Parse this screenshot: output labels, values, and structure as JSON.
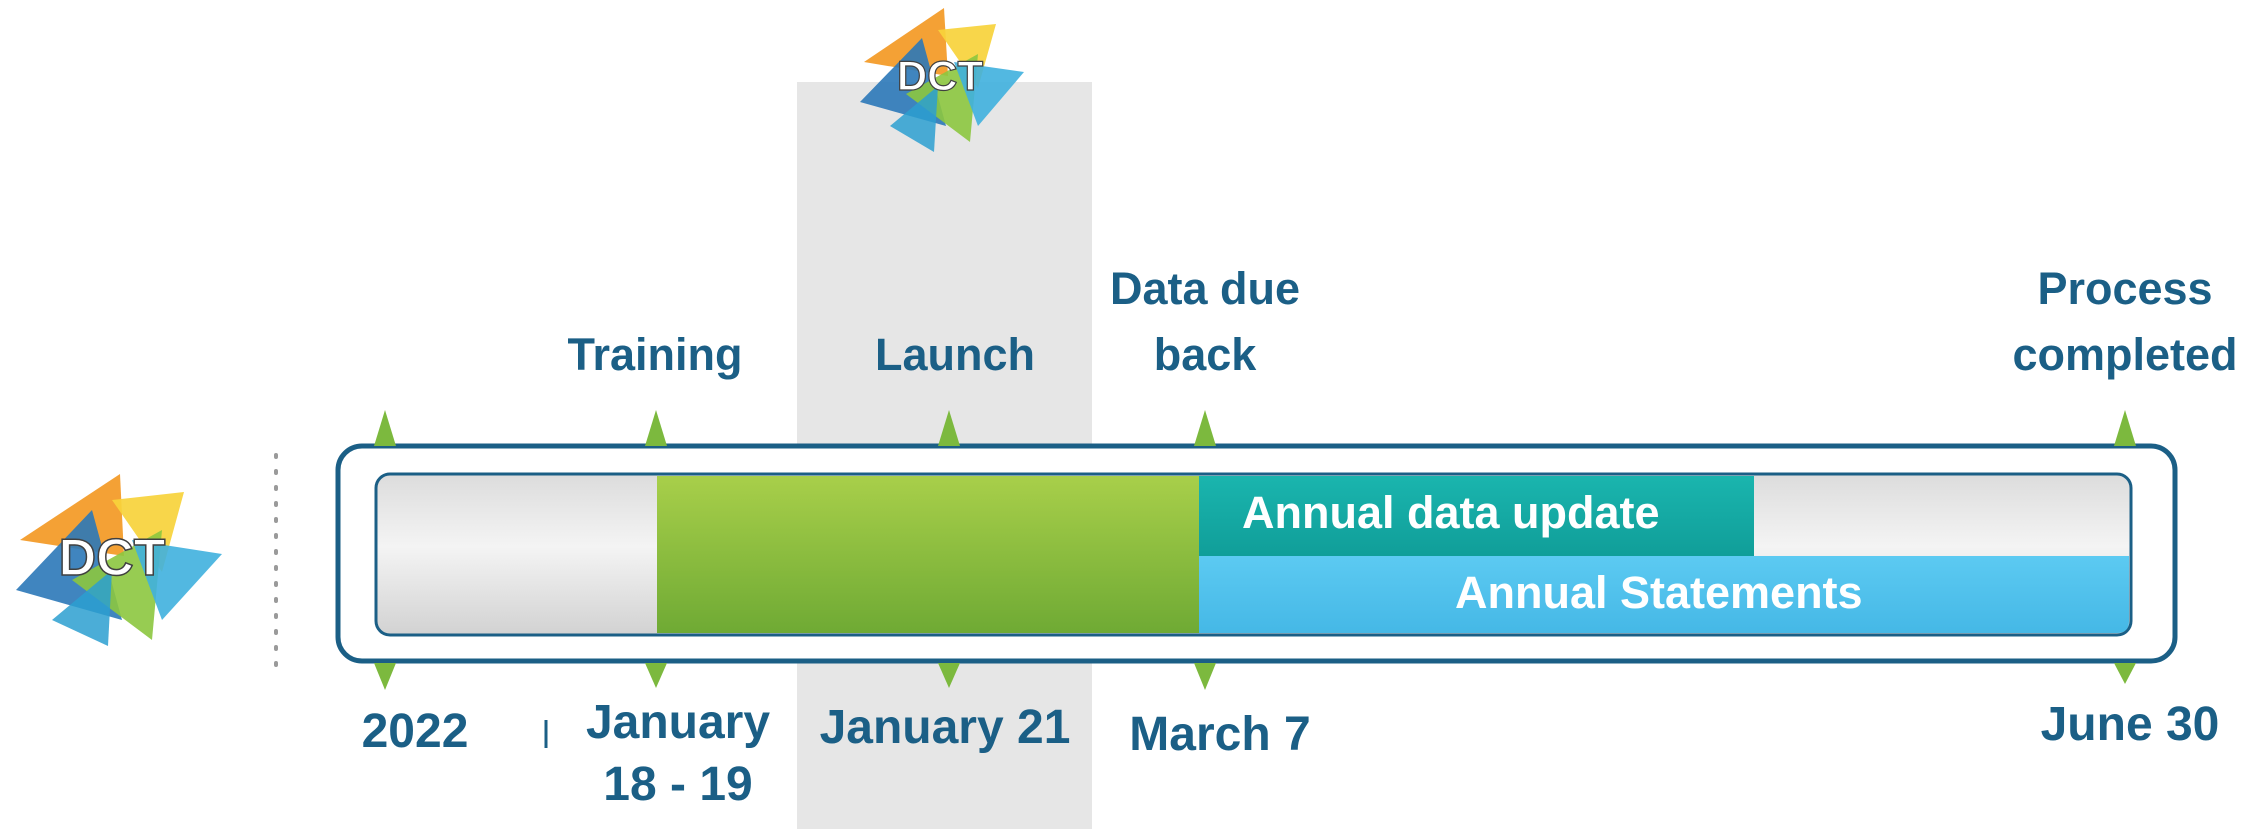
{
  "logo": {
    "text": "DCT",
    "colors": [
      "#f39c2a",
      "#f7d23b",
      "#2b78b8",
      "#8cc63f",
      "#3fb0de"
    ]
  },
  "milestones": [
    {
      "id": "start",
      "top_label": "",
      "bottom_label": "2022"
    },
    {
      "id": "training",
      "top_label": "Training",
      "bottom_label": "January 18 - 19"
    },
    {
      "id": "launch",
      "top_label": "Launch",
      "bottom_label": "January 21"
    },
    {
      "id": "data-due",
      "top_label": "Data due back",
      "bottom_label": "March 7"
    },
    {
      "id": "completed",
      "top_label": "Process completed",
      "bottom_label": "June 30"
    }
  ],
  "bars": {
    "annual_data_update": "Annual data update",
    "annual_statements": "Annual Statements"
  },
  "colors": {
    "label_text": "#1b5f86",
    "frame": "#1b5f86",
    "arrow": "#7cb93e",
    "green_bar_top": "#a8cf4a",
    "green_bar_bottom": "#6faa34",
    "teal_bar": "#18aca6",
    "blue_bar": "#52c3ee",
    "gray_bar": "#e4e4e4",
    "highlight_column": "#e6e6e6"
  }
}
